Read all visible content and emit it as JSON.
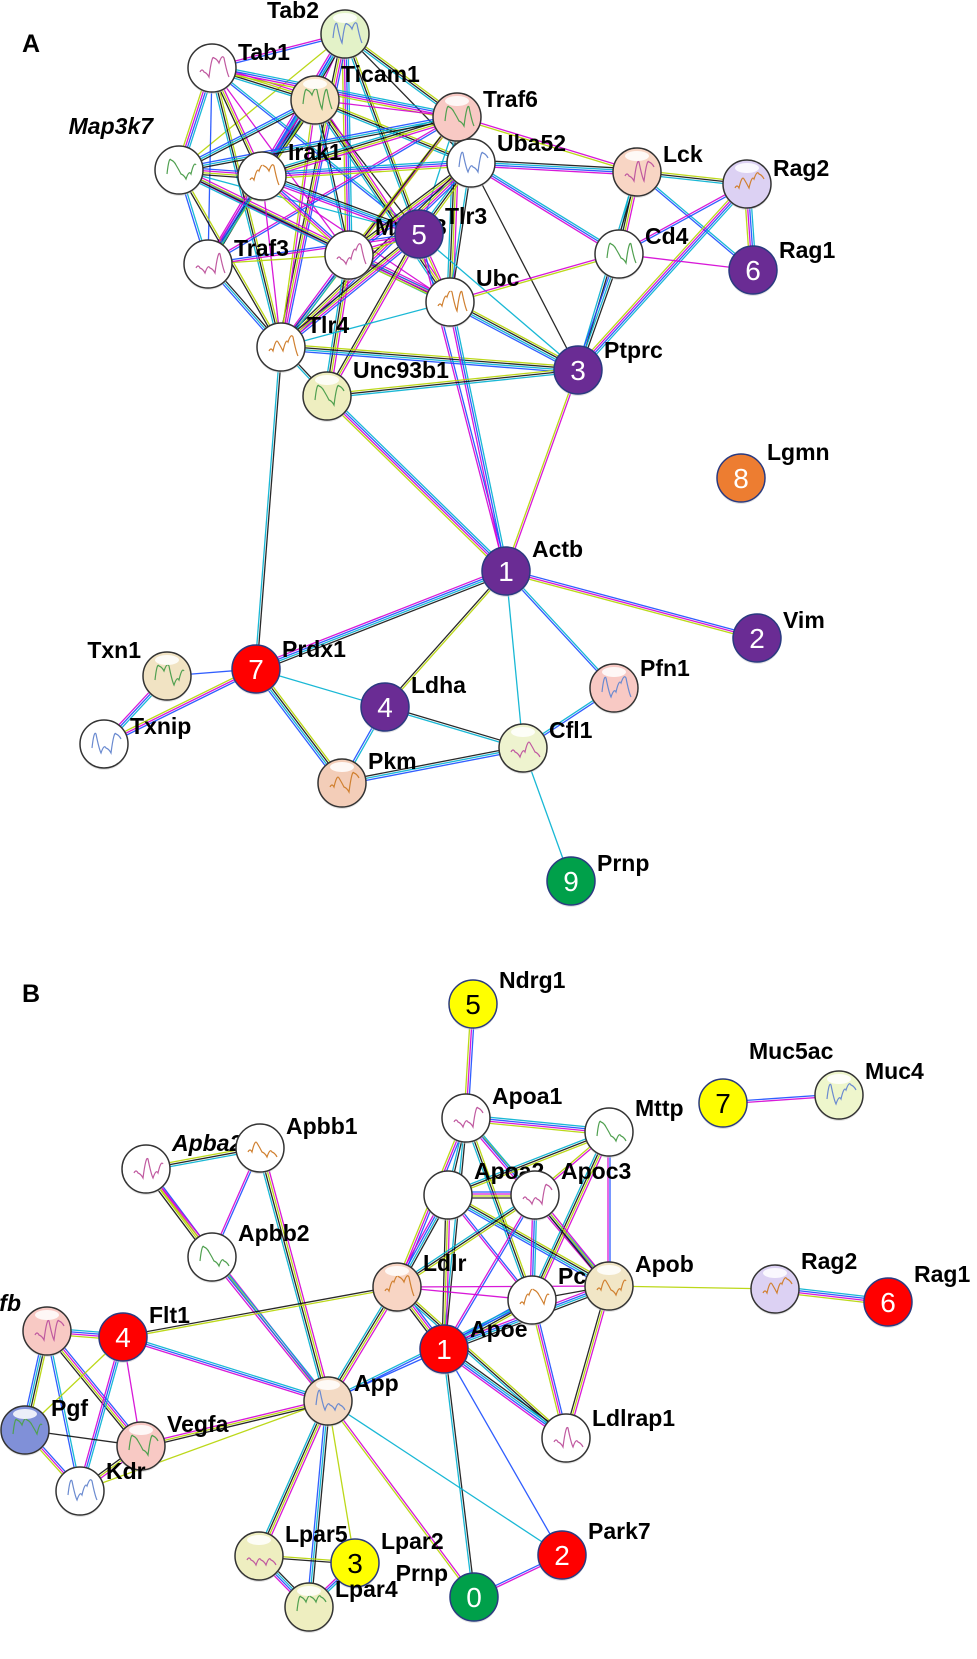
{
  "panels": [
    {
      "label": "A",
      "nodes": [
        {
          "id": "Tab2",
          "label": "Tab2",
          "color": "#e3f2c8",
          "struct": true
        },
        {
          "id": "Tab1",
          "label": "Tab1",
          "color": "#ffffff",
          "struct": true
        },
        {
          "id": "Ticam1",
          "label": "Ticam1",
          "color": "#f6e2c2",
          "struct": true
        },
        {
          "id": "Traf6",
          "label": "Traf6",
          "color": "#f8c9c4",
          "struct": true
        },
        {
          "id": "Map3k7",
          "label": "Map3k7",
          "color": "#ffffff",
          "struct": true,
          "italic": true
        },
        {
          "id": "Irak1",
          "label": "Irak1",
          "color": "#ffffff",
          "struct": true
        },
        {
          "id": "Uba52",
          "label": "Uba52",
          "color": "#ffffff",
          "struct": true
        },
        {
          "id": "Lck",
          "label": "Lck",
          "color": "#f8d5c4",
          "struct": true
        },
        {
          "id": "Rag2",
          "label": "Rag2",
          "color": "#dcd1f3",
          "struct": true
        },
        {
          "id": "Traf3",
          "label": "Traf3",
          "color": "#ffffff",
          "struct": true
        },
        {
          "id": "Myd88",
          "label": "Myd88",
          "color": "#ffffff",
          "struct": true
        },
        {
          "id": "Tlr3",
          "label": "Tlr3",
          "color": "#6a2c94",
          "number": "5"
        },
        {
          "id": "Cd4",
          "label": "Cd4",
          "color": "#ffffff",
          "struct": true
        },
        {
          "id": "Rag1",
          "label": "Rag1",
          "color": "#6a2c94",
          "number": "6"
        },
        {
          "id": "Ubc",
          "label": "Ubc",
          "color": "#ffffff",
          "struct": true
        },
        {
          "id": "Tlr4",
          "label": "Tlr4",
          "color": "#ffffff",
          "struct": true
        },
        {
          "id": "Ptprc",
          "label": "Ptprc",
          "color": "#6a2c94",
          "number": "3"
        },
        {
          "id": "Unc93b1",
          "label": "Unc93b1",
          "color": "#eeeec0",
          "struct": true
        },
        {
          "id": "Lgmn",
          "label": "Lgmn",
          "color": "#ed7d31",
          "number": "8"
        },
        {
          "id": "Actb",
          "label": "Actb",
          "color": "#6a2c94",
          "number": "1"
        },
        {
          "id": "Vim",
          "label": "Vim",
          "color": "#6a2c94",
          "number": "2"
        },
        {
          "id": "Txn1",
          "label": "Txn1",
          "color": "#f1e3c3",
          "struct": true
        },
        {
          "id": "Prdx1",
          "label": "Prdx1",
          "color": "#ff0000",
          "number": "7"
        },
        {
          "id": "Ldha",
          "label": "Ldha",
          "color": "#6a2c94",
          "number": "4"
        },
        {
          "id": "Pfn1",
          "label": "Pfn1",
          "color": "#f8c9c4",
          "struct": true
        },
        {
          "id": "Txnip",
          "label": "Txnip",
          "color": "#ffffff",
          "struct": true
        },
        {
          "id": "Cfl1",
          "label": "Cfl1",
          "color": "#eef3cf",
          "struct": true
        },
        {
          "id": "Pkm",
          "label": "Pkm",
          "color": "#f3cdb8",
          "struct": true
        },
        {
          "id": "Prnp",
          "label": "Prnp",
          "color": "#00a04a",
          "number": "9"
        }
      ],
      "edges": [
        [
          "Tab2",
          "Tab1"
        ],
        [
          "Tab2",
          "Ticam1"
        ],
        [
          "Tab2",
          "Traf6"
        ],
        [
          "Tab2",
          "Map3k7"
        ],
        [
          "Tab2",
          "Irak1"
        ],
        [
          "Tab2",
          "Myd88"
        ],
        [
          "Tab2",
          "Traf3"
        ],
        [
          "Tab2",
          "Tlr4"
        ],
        [
          "Tab2",
          "Uba52"
        ],
        [
          "Tab2",
          "Tlr3"
        ],
        [
          "Tab1",
          "Ticam1"
        ],
        [
          "Tab1",
          "Traf6"
        ],
        [
          "Tab1",
          "Map3k7"
        ],
        [
          "Tab1",
          "Irak1"
        ],
        [
          "Tab1",
          "Myd88"
        ],
        [
          "Tab1",
          "Traf3"
        ],
        [
          "Tab1",
          "Tlr4"
        ],
        [
          "Tab1",
          "Tlr3"
        ],
        [
          "Ticam1",
          "Traf6"
        ],
        [
          "Ticam1",
          "Irak1"
        ],
        [
          "Ticam1",
          "Myd88"
        ],
        [
          "Ticam1",
          "Tlr3"
        ],
        [
          "Ticam1",
          "Tlr4"
        ],
        [
          "Ticam1",
          "Traf3"
        ],
        [
          "Ticam1",
          "Map3k7"
        ],
        [
          "Ticam1",
          "Ubc"
        ],
        [
          "Ticam1",
          "Uba52"
        ],
        [
          "Traf6",
          "Uba52"
        ],
        [
          "Traf6",
          "Irak1"
        ],
        [
          "Traf6",
          "Myd88"
        ],
        [
          "Traf6",
          "Tlr3"
        ],
        [
          "Traf6",
          "Tlr4"
        ],
        [
          "Traf6",
          "Traf3"
        ],
        [
          "Traf6",
          "Map3k7"
        ],
        [
          "Traf6",
          "Ubc"
        ],
        [
          "Traf6",
          "Lck"
        ],
        [
          "Map3k7",
          "Irak1"
        ],
        [
          "Map3k7",
          "Traf3"
        ],
        [
          "Map3k7",
          "Myd88"
        ],
        [
          "Map3k7",
          "Tlr4"
        ],
        [
          "Map3k7",
          "Tlr3"
        ],
        [
          "Map3k7",
          "Ubc"
        ],
        [
          "Irak1",
          "Myd88"
        ],
        [
          "Irak1",
          "Traf3"
        ],
        [
          "Irak1",
          "Tlr4"
        ],
        [
          "Irak1",
          "Tlr3"
        ],
        [
          "Irak1",
          "Ubc"
        ],
        [
          "Irak1",
          "Uba52"
        ],
        [
          "Uba52",
          "Tlr3"
        ],
        [
          "Uba52",
          "Myd88"
        ],
        [
          "Uba52",
          "Ubc"
        ],
        [
          "Uba52",
          "Tlr4"
        ],
        [
          "Uba52",
          "Cd4"
        ],
        [
          "Uba52",
          "Lck"
        ],
        [
          "Uba52",
          "Ptprc"
        ],
        [
          "Traf3",
          "Myd88"
        ],
        [
          "Traf3",
          "Tlr4"
        ],
        [
          "Traf3",
          "Tlr3"
        ],
        [
          "Myd88",
          "Tlr3"
        ],
        [
          "Myd88",
          "Tlr4"
        ],
        [
          "Myd88",
          "Ubc"
        ],
        [
          "Myd88",
          "Unc93b1"
        ],
        [
          "Tlr3",
          "Tlr4"
        ],
        [
          "Tlr3",
          "Ubc"
        ],
        [
          "Tlr3",
          "Unc93b1"
        ],
        [
          "Tlr3",
          "Ptprc"
        ],
        [
          "Tlr3",
          "Actb"
        ],
        [
          "Tlr4",
          "Ubc"
        ],
        [
          "Tlr4",
          "Unc93b1"
        ],
        [
          "Tlr4",
          "Ptprc"
        ],
        [
          "Tlr4",
          "Prdx1"
        ],
        [
          "Ubc",
          "Ptprc"
        ],
        [
          "Ubc",
          "Cd4"
        ],
        [
          "Ubc",
          "Actb"
        ],
        [
          "Unc93b1",
          "Ptprc"
        ],
        [
          "Unc93b1",
          "Actb"
        ],
        [
          "Lck",
          "Cd4"
        ],
        [
          "Lck",
          "Ptprc"
        ],
        [
          "Lck",
          "Rag1"
        ],
        [
          "Lck",
          "Rag2"
        ],
        [
          "Rag2",
          "Rag1"
        ],
        [
          "Rag2",
          "Ptprc"
        ],
        [
          "Rag2",
          "Cd4"
        ],
        [
          "Cd4",
          "Ptprc"
        ],
        [
          "Cd4",
          "Rag1"
        ],
        [
          "Ptprc",
          "Actb"
        ],
        [
          "Actb",
          "Vim"
        ],
        [
          "Actb",
          "Prdx1"
        ],
        [
          "Actb",
          "Ldha"
        ],
        [
          "Actb",
          "Pfn1"
        ],
        [
          "Actb",
          "Cfl1"
        ],
        [
          "Txn1",
          "Prdx1"
        ],
        [
          "Txn1",
          "Txnip"
        ],
        [
          "Prdx1",
          "Txnip"
        ],
        [
          "Prdx1",
          "Ldha"
        ],
        [
          "Prdx1",
          "Pkm"
        ],
        [
          "Ldha",
          "Pkm"
        ],
        [
          "Ldha",
          "Cfl1"
        ],
        [
          "Pkm",
          "Cfl1"
        ],
        [
          "Cfl1",
          "Pfn1"
        ],
        [
          "Cfl1",
          "Prnp"
        ]
      ]
    },
    {
      "label": "B",
      "nodes": [
        {
          "id": "Ndrg1",
          "label": "Ndrg1",
          "color": "#ffff00",
          "number": "5",
          "dark": true
        },
        {
          "id": "Muc5ac",
          "label": "Muc5ac",
          "color": "#ffff00",
          "number": "7",
          "dark": true
        },
        {
          "id": "Muc4",
          "label": "Muc4",
          "color": "#eef6cc",
          "struct": true
        },
        {
          "id": "Apoa1",
          "label": "Apoa1",
          "color": "#ffffff",
          "struct": true
        },
        {
          "id": "Mttp",
          "label": "Mttp",
          "color": "#ffffff",
          "struct": true
        },
        {
          "id": "Apba2",
          "label": "Apba2",
          "color": "#ffffff",
          "struct": true,
          "italic": true
        },
        {
          "id": "Apbb1",
          "label": "Apbb1",
          "color": "#ffffff",
          "struct": true
        },
        {
          "id": "Apoa2",
          "label": "Apoa2",
          "color": "#ffffff"
        },
        {
          "id": "Apoc3",
          "label": "Apoc3",
          "color": "#ffffff",
          "struct": true
        },
        {
          "id": "Apbb2",
          "label": "Apbb2",
          "color": "#ffffff",
          "struct": true
        },
        {
          "id": "Ldlr",
          "label": "Ldlr",
          "color": "#f8d5c4",
          "struct": true
        },
        {
          "id": "Pcsk9",
          "label": "Pcsk9",
          "color": "#ffffff",
          "struct": true
        },
        {
          "id": "Apob",
          "label": "Apob",
          "color": "#f1e6c6",
          "struct": true
        },
        {
          "id": "Rag2",
          "label": "Rag2",
          "color": "#dcd1f3",
          "struct": true
        },
        {
          "id": "Rag1",
          "label": "Rag1",
          "color": "#ff0000",
          "number": "6"
        },
        {
          "id": "Vegfb",
          "label": "Vegfb",
          "color": "#f8c9c4",
          "struct": true,
          "italic": true
        },
        {
          "id": "Flt1",
          "label": "Flt1",
          "color": "#ff0000",
          "number": "4"
        },
        {
          "id": "Apoe",
          "label": "Apoe",
          "color": "#ff0000",
          "number": "1"
        },
        {
          "id": "App",
          "label": "App",
          "color": "#f3dac4",
          "struct": true
        },
        {
          "id": "Pgf",
          "label": "Pgf",
          "color": "#8090d8",
          "struct": true
        },
        {
          "id": "Vegfa",
          "label": "Vegfa",
          "color": "#f8c9c4",
          "struct": true
        },
        {
          "id": "Ldlrap1",
          "label": "Ldlrap1",
          "color": "#ffffff",
          "struct": true
        },
        {
          "id": "Kdr",
          "label": "Kdr",
          "color": "#ffffff",
          "struct": true
        },
        {
          "id": "Park7",
          "label": "Park7",
          "color": "#ff0000",
          "number": "2"
        },
        {
          "id": "Lpar5",
          "label": "Lpar5",
          "color": "#eeeec0",
          "struct": true
        },
        {
          "id": "Lpar2",
          "label": "Lpar2",
          "color": "#ffff00",
          "number": "3",
          "dark": true
        },
        {
          "id": "Prnp",
          "label": "Prnp",
          "color": "#00a04a",
          "number": "0"
        },
        {
          "id": "Lpar4",
          "label": "Lpar4",
          "color": "#eeeec0",
          "struct": true
        }
      ],
      "edges": [
        [
          "Ndrg1",
          "Apoa1"
        ],
        [
          "Muc5ac",
          "Muc4"
        ],
        [
          "Apoa1",
          "Mttp"
        ],
        [
          "Apoa1",
          "Apoa2"
        ],
        [
          "Apoa1",
          "Apoc3"
        ],
        [
          "Apoa1",
          "Ldlr"
        ],
        [
          "Apoa1",
          "Pcsk9"
        ],
        [
          "Apoa1",
          "Apob"
        ],
        [
          "Apoa1",
          "Apoe"
        ],
        [
          "Mttp",
          "Apob"
        ],
        [
          "Mttp",
          "Apoa2"
        ],
        [
          "Mttp",
          "Apoc3"
        ],
        [
          "Mttp",
          "Pcsk9"
        ],
        [
          "Apoa2",
          "Apoc3"
        ],
        [
          "Apoa2",
          "Ldlr"
        ],
        [
          "Apoa2",
          "Pcsk9"
        ],
        [
          "Apoa2",
          "Apob"
        ],
        [
          "Apoa2",
          "Apoe"
        ],
        [
          "Apoc3",
          "Ldlr"
        ],
        [
          "Apoc3",
          "Pcsk9"
        ],
        [
          "Apoc3",
          "Apob"
        ],
        [
          "Apoc3",
          "Apoe"
        ],
        [
          "Apba2",
          "Apbb1"
        ],
        [
          "Apba2",
          "Apbb2"
        ],
        [
          "Apba2",
          "App"
        ],
        [
          "Apbb1",
          "Apbb2"
        ],
        [
          "Apbb1",
          "App"
        ],
        [
          "Apbb2",
          "App"
        ],
        [
          "Ldlr",
          "Pcsk9"
        ],
        [
          "Ldlr",
          "Apob"
        ],
        [
          "Ldlr",
          "Apoe"
        ],
        [
          "Ldlr",
          "App"
        ],
        [
          "Ldlr",
          "Ldlrap1"
        ],
        [
          "Ldlr",
          "Flt1"
        ],
        [
          "Pcsk9",
          "Apob"
        ],
        [
          "Pcsk9",
          "Apoe"
        ],
        [
          "Pcsk9",
          "Ldlrap1"
        ],
        [
          "Apob",
          "Apoe"
        ],
        [
          "Apob",
          "Ldlrap1"
        ],
        [
          "Apob",
          "Rag2"
        ],
        [
          "Rag2",
          "Rag1"
        ],
        [
          "Apoe",
          "App"
        ],
        [
          "Apoe",
          "Ldlrap1"
        ],
        [
          "Apoe",
          "Prnp"
        ],
        [
          "Apoe",
          "Park7"
        ],
        [
          "Vegfb",
          "Flt1"
        ],
        [
          "Vegfb",
          "Pgf"
        ],
        [
          "Vegfb",
          "Vegfa"
        ],
        [
          "Vegfb",
          "Kdr"
        ],
        [
          "Flt1",
          "Pgf"
        ],
        [
          "Flt1",
          "Vegfa"
        ],
        [
          "Flt1",
          "Kdr"
        ],
        [
          "Flt1",
          "App"
        ],
        [
          "Pgf",
          "Vegfa"
        ],
        [
          "Pgf",
          "Kdr"
        ],
        [
          "Vegfa",
          "Kdr"
        ],
        [
          "Kdr",
          "App"
        ],
        [
          "Vegfa",
          "App"
        ],
        [
          "App",
          "Pcsk9"
        ],
        [
          "App",
          "Lpar5"
        ],
        [
          "App",
          "Lpar2"
        ],
        [
          "App",
          "Lpar4"
        ],
        [
          "App",
          "Prnp"
        ],
        [
          "App",
          "Park7"
        ],
        [
          "Lpar5",
          "Lpar2"
        ],
        [
          "Lpar5",
          "Lpar4"
        ],
        [
          "Lpar2",
          "Lpar4"
        ],
        [
          "Prnp",
          "Park7"
        ]
      ]
    }
  ]
}
